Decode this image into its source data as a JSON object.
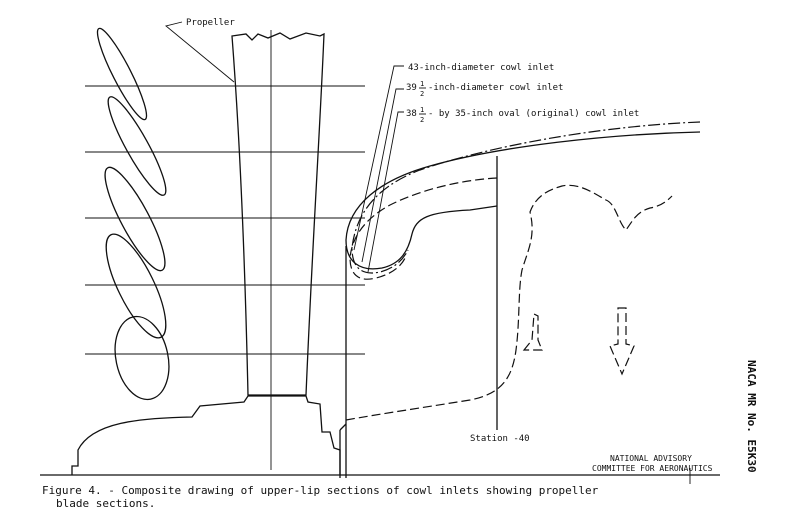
{
  "labels": {
    "propeller": "Propeller",
    "inlet_43": "43-inch-diameter cowl inlet",
    "inlet_39_num": "39",
    "inlet_39_text": "-inch-diameter cowl inlet",
    "inlet_38_num": "38",
    "inlet_38_text": "- by 35-inch oval (original) cowl inlet",
    "half_num": "1",
    "half_den": "2",
    "station": "Station -40"
  },
  "credit": {
    "line1": "NATIONAL ADVISORY",
    "line2": "COMMITTEE FOR AERONAUTICS"
  },
  "report_number": "NACA MR No. E5K30",
  "caption": {
    "line1": "Figure 4. - Composite drawing of upper-lip sections of cowl inlets showing propeller",
    "line2": "blade sections."
  }
}
